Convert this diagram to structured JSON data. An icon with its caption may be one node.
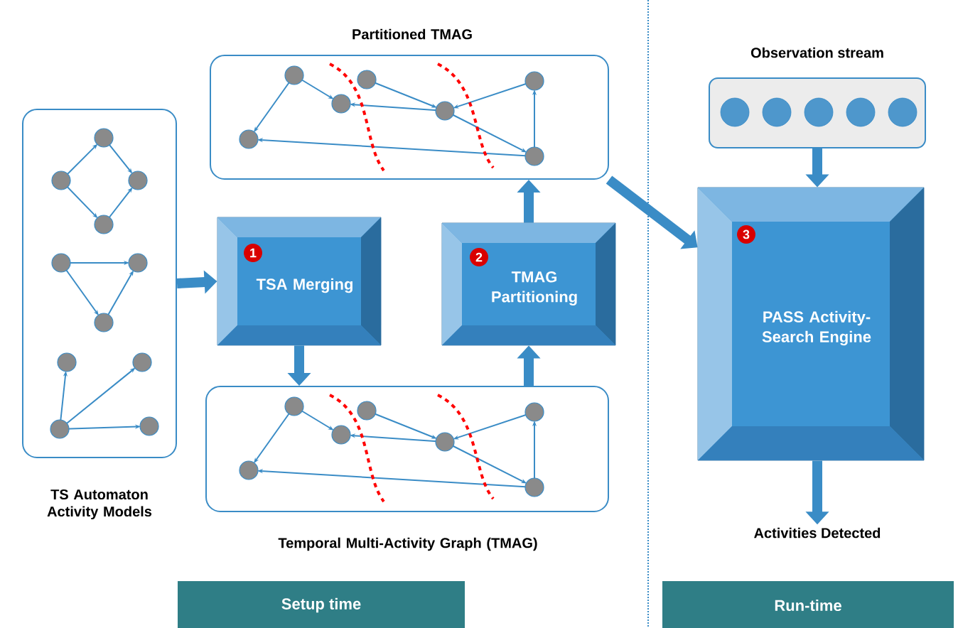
{
  "diagram": {
    "nodes": [
      {
        "text": [
          "TS Automaton Activity Models"
        ]
      },
      {
        "text": [
          "1",
          "TSA Merging"
        ]
      },
      {
        "text": [
          "Temporal Multi-Activity Graph (TMAG)"
        ]
      },
      {
        "text": [
          "2",
          "TMAG Partitioning"
        ]
      },
      {
        "text": [
          "Partitioned TMAG"
        ]
      },
      {
        "text": [
          "Observation stream"
        ]
      },
      {
        "text": [
          "3",
          "PASS Activity-Search Engine"
        ]
      },
      {
        "text": [
          "Activities Detected"
        ]
      },
      {
        "text": [
          "Setup time"
        ]
      },
      {
        "text": [
          "Run-time"
        ]
      }
    ],
    "edges": [
      {
        "from": 0,
        "to": 1,
        "arrow": "to"
      },
      {
        "from": 1,
        "to": 2,
        "arrow": "to"
      },
      {
        "from": 2,
        "to": 3,
        "arrow": "to"
      },
      {
        "from": 3,
        "to": 4,
        "arrow": "to"
      },
      {
        "from": 4,
        "to": 6,
        "arrow": "to"
      },
      {
        "from": 5,
        "to": 6,
        "arrow": "to"
      },
      {
        "from": 6,
        "to": 7,
        "arrow": "to"
      }
    ]
  }
}
